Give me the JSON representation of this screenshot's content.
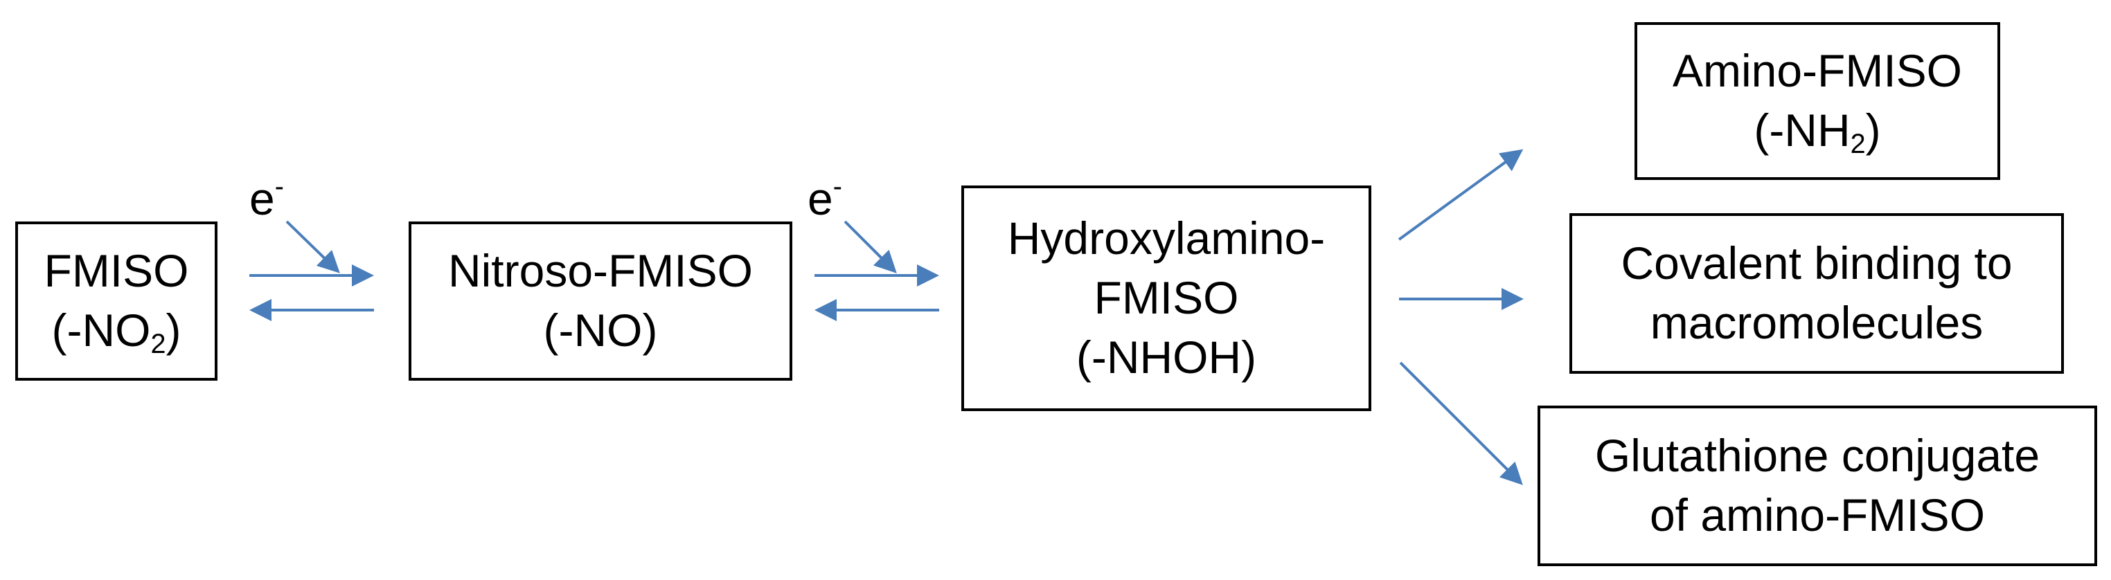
{
  "nodes": {
    "fmiso": {
      "line1": "FMISO",
      "line2_pre": "(-NO",
      "line2_sub": "2",
      "line2_post": ")"
    },
    "nitroso": {
      "line1": "Nitroso-FMISO",
      "line2": "(-NO)"
    },
    "hydroxylamino": {
      "line1": "Hydroxylamino-",
      "line2": "FMISO",
      "line3": "(-NHOH)"
    },
    "amino": {
      "line1": "Amino-FMISO",
      "line2_pre": "(-NH",
      "line2_sub": "2",
      "line2_post": ")"
    },
    "covalent": {
      "line1": "Covalent binding to",
      "line2": "macromolecules"
    },
    "glutathione": {
      "line1": "Glutathione conjugate",
      "line2": "of amino-FMISO"
    }
  },
  "electron": {
    "symbol": "e",
    "charge": "-"
  },
  "colors": {
    "arrow": "#4a7ebb",
    "border": "#000000"
  }
}
